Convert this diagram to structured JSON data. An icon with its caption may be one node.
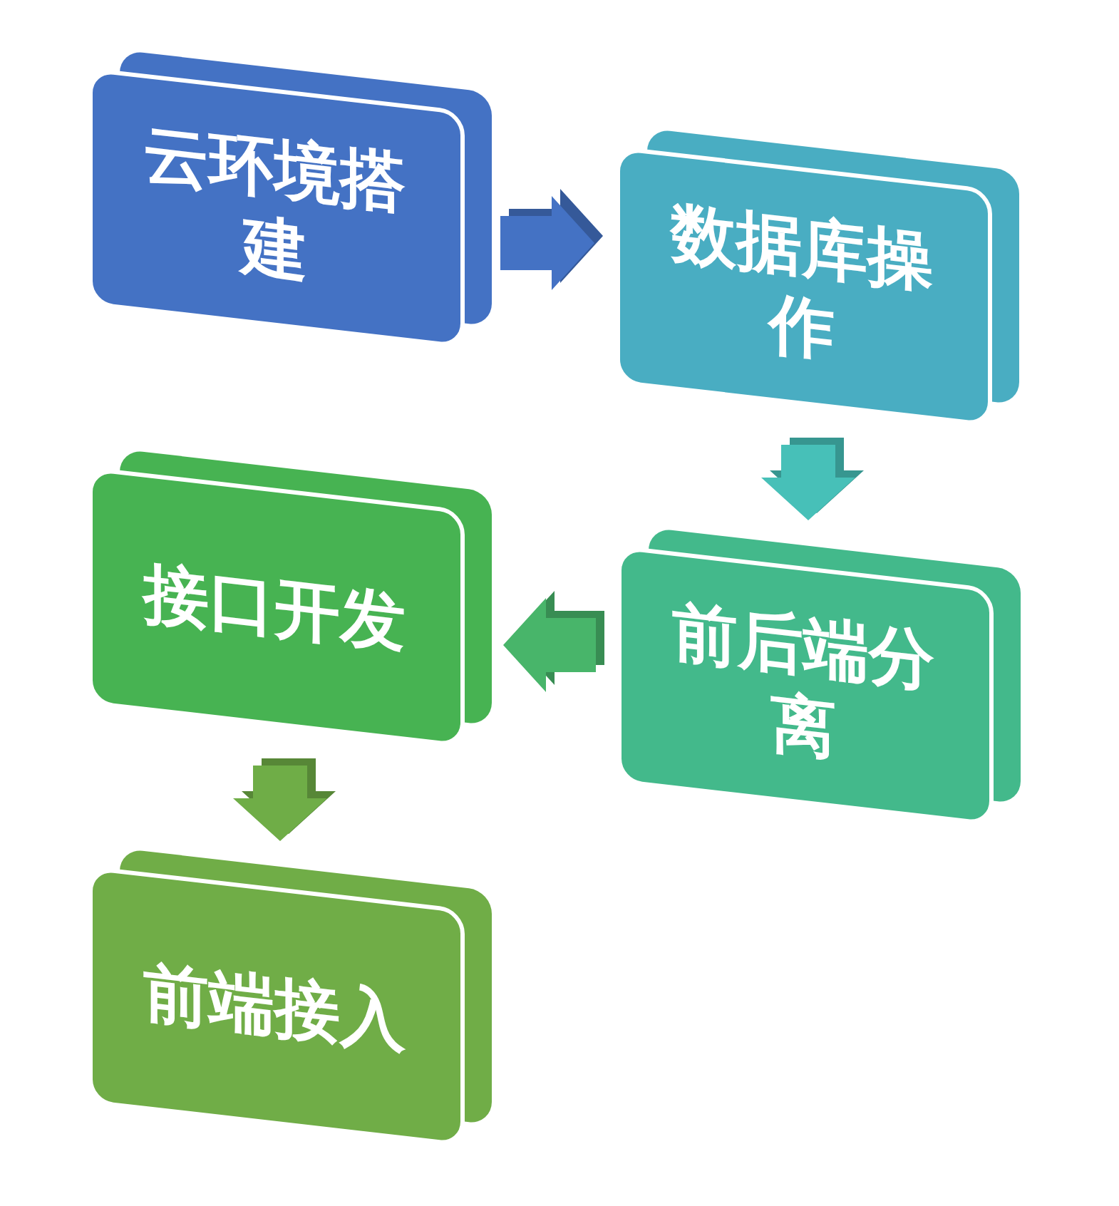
{
  "diagram": {
    "nodes": [
      {
        "text": [
          "云环境搭建"
        ]
      },
      {
        "text": [
          "数据库操作"
        ]
      },
      {
        "text": [
          "前后端分离"
        ]
      },
      {
        "text": [
          "接口开发"
        ]
      },
      {
        "text": [
          "前端接入"
        ]
      }
    ],
    "edges": [
      {
        "from": 0,
        "to": 1,
        "arrow": "to",
        "color": "#4472c4"
      },
      {
        "from": 1,
        "to": 2,
        "arrow": "to",
        "color": "#47c0b8"
      },
      {
        "from": 2,
        "to": 3,
        "arrow": "to",
        "color": "#48b56a"
      },
      {
        "from": 3,
        "to": 4,
        "arrow": "to",
        "color": "#6fad47"
      }
    ]
  }
}
